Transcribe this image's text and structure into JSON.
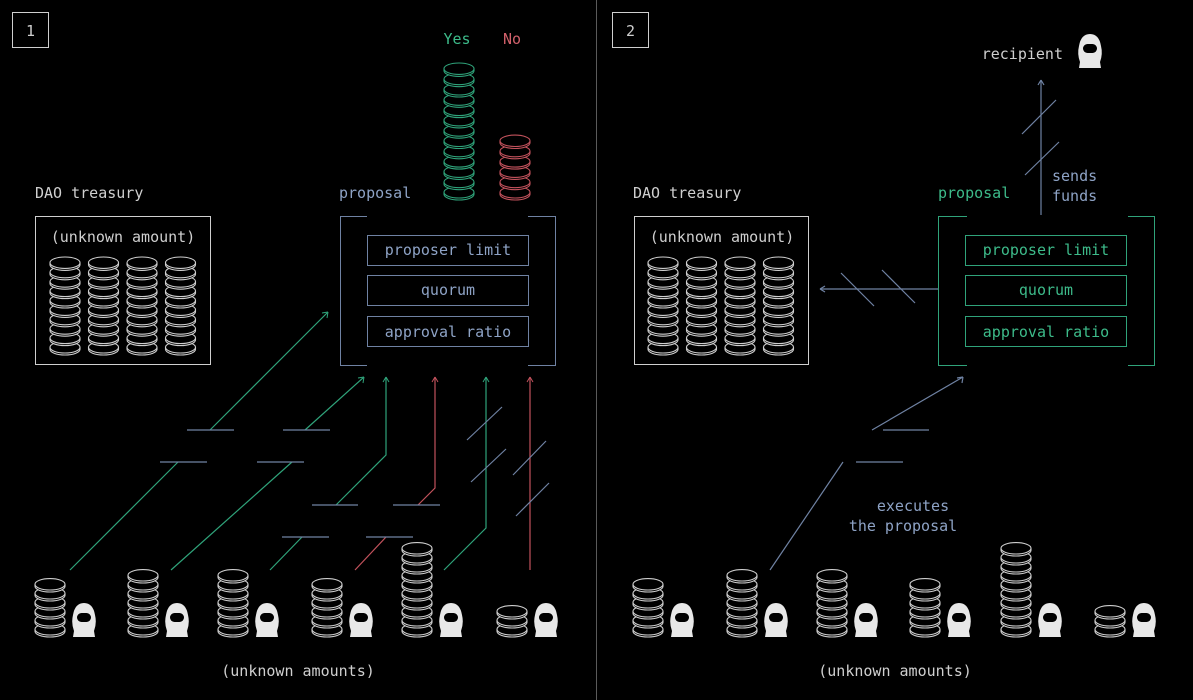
{
  "colors": {
    "background": "#000000",
    "white": "#cfcfcf",
    "slate": "#6f82a3",
    "slate_text": "#8ea3c6",
    "green": "#2fa37a",
    "green_text": "#3dbb8a",
    "red": "#c2525c",
    "red_text": "#d0606a",
    "divider": "#5a5a5a",
    "mask": "#e8e8e8"
  },
  "panels": [
    {
      "step": "1",
      "treasury": {
        "label": "DAO treasury",
        "amount": "(unknown amount)",
        "columns": 4,
        "coins_per_column": 10
      },
      "proposal": {
        "label": "proposal",
        "state": "voting",
        "rules": [
          "proposer limit",
          "quorum",
          "approval ratio"
        ]
      },
      "votes": {
        "yes_label": "Yes",
        "no_label": "No",
        "yes_coins": 13,
        "no_coins": 6
      },
      "holders_label": "(unknown amounts)",
      "holders": [
        {
          "coins": 6,
          "vote": "yes"
        },
        {
          "coins": 7,
          "vote": "yes"
        },
        {
          "coins": 7,
          "vote": "yes"
        },
        {
          "coins": 6,
          "vote": "no"
        },
        {
          "coins": 10,
          "vote": "yes"
        },
        {
          "coins": 3,
          "vote": "no"
        }
      ]
    },
    {
      "step": "2",
      "treasury": {
        "label": "DAO treasury",
        "amount": "(unknown amount)",
        "columns": 4,
        "coins_per_column": 10
      },
      "proposal": {
        "label": "proposal",
        "state": "passed",
        "rules": [
          "proposer limit",
          "quorum",
          "approval ratio"
        ]
      },
      "recipient_label": "recipient",
      "sends_funds_label": [
        "sends",
        "funds"
      ],
      "executes_label": [
        "executes",
        "the proposal"
      ],
      "holders_label": "(unknown amounts)",
      "holders": [
        {
          "coins": 6
        },
        {
          "coins": 7
        },
        {
          "coins": 7
        },
        {
          "coins": 6
        },
        {
          "coins": 10
        },
        {
          "coins": 3
        }
      ]
    }
  ]
}
